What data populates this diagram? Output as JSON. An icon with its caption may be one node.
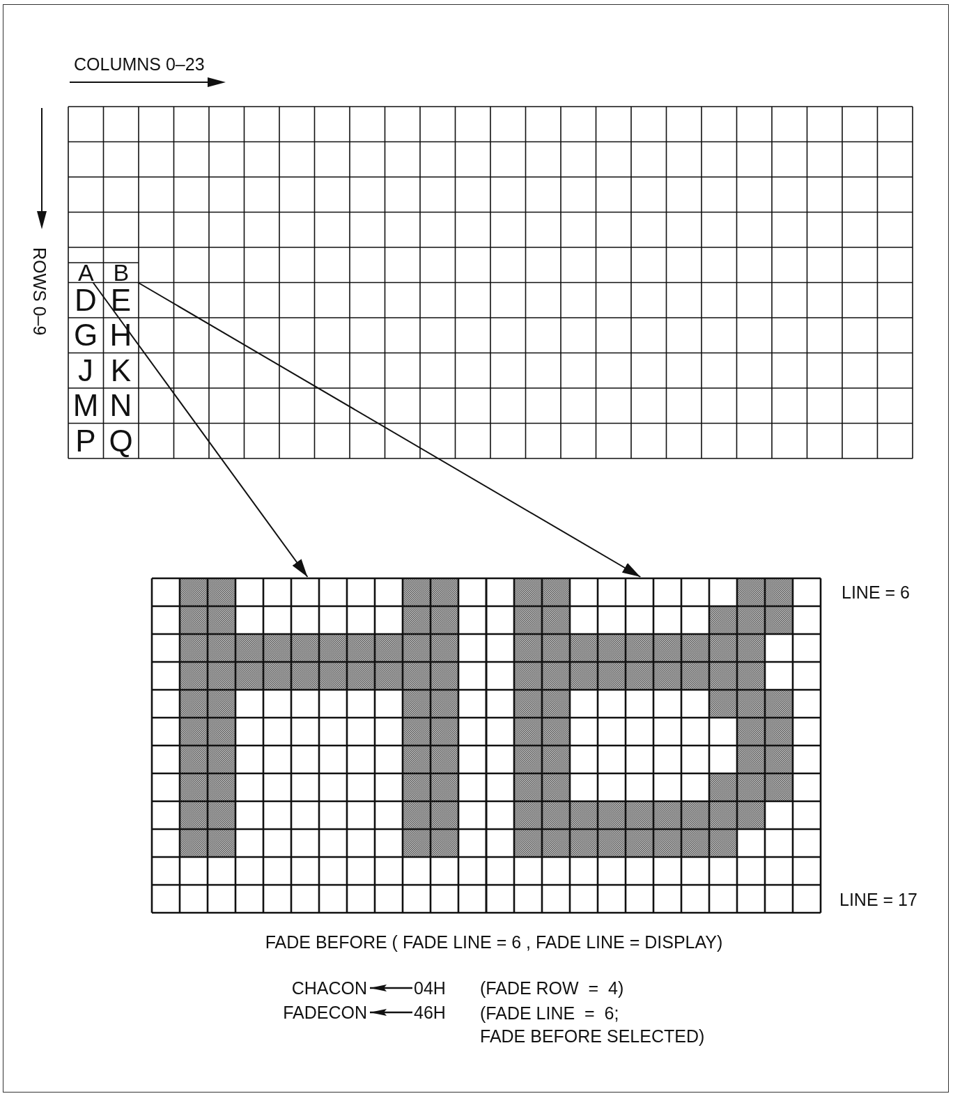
{
  "diagram": {
    "nodes": [
      {
        "text": [
          "A"
        ]
      },
      {
        "text": [
          "B"
        ]
      },
      {
        "text": [],
        "shape": "box"
      },
      {
        "text": [],
        "shape": "box"
      },
      {
        "text": [
          "CHACON"
        ]
      },
      {
        "text": [
          "04H"
        ]
      },
      {
        "text": [
          "FADECON"
        ]
      },
      {
        "text": [
          "46H"
        ]
      }
    ],
    "edges": [
      {
        "from": 0,
        "to": 2,
        "arrow": "to"
      },
      {
        "from": 1,
        "to": 3,
        "arrow": "to"
      },
      {
        "from": 5,
        "to": 4,
        "arrow": "to"
      },
      {
        "from": 7,
        "to": 6,
        "arrow": "to"
      }
    ],
    "labels": [
      "COLUMNS 0–23",
      "ROWS 0–9",
      "D",
      "E",
      "G",
      "H",
      "J",
      "K",
      "M",
      "N",
      "P",
      "Q",
      "LINE = 6",
      "LINE = 17",
      "FADE BEFORE ( FADE LINE = 6 , FADE LINE = DISPLAY)",
      "(FADE ROW  =  4)",
      "(FADE LINE  =  6; FADE BEFORE SELECTED)"
    ]
  }
}
